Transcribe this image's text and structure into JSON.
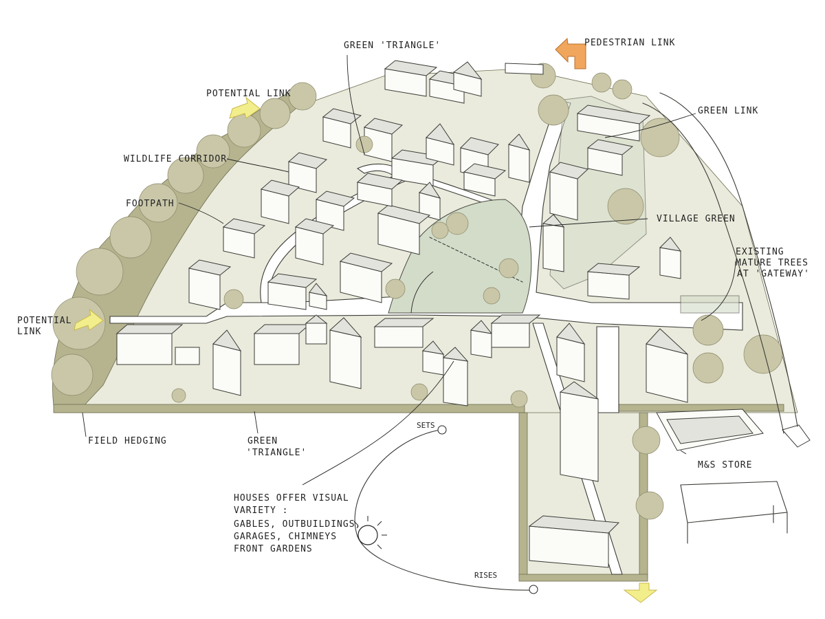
{
  "labels": {
    "green_triangle_top": "GREEN 'TRIANGLE'",
    "pedestrian_link": "PEDESTRIAN LINK",
    "potential_link_top": "POTENTIAL LINK",
    "green_link": "GREEN LINK",
    "wildlife_corridor": "WILDLIFE CORRIDOR",
    "footpath": "FOOTPATH",
    "village_green": "VILLAGE GREEN",
    "existing_trees_1": "EXISTING",
    "existing_trees_2": "MATURE TREES",
    "existing_trees_3": "AT 'GATEWAY'",
    "potential_link_left_1": "POTENTIAL",
    "potential_link_left_2": "LINK",
    "field_hedging": "FIELD HEDGING",
    "green_triangle_bottom_1": "GREEN",
    "green_triangle_bottom_2": "'TRIANGLE'",
    "ms_store": "M&S STORE",
    "houses_note_1": "HOUSES OFFER VISUAL",
    "houses_note_2": "VARIETY :",
    "houses_note_3": "GABLES, OUTBUILDINGS,",
    "houses_note_4": "GARAGES, CHIMNEYS",
    "houses_note_5": "FRONT GARDENS",
    "sun_sets": "SETS",
    "sun_rises": "RISES"
  },
  "colors": {
    "arrow_yellow": "#f3ee8c",
    "arrow_orange": "#f0a65c",
    "green_space": "#d3dcc9",
    "hedge": "#b5b48f",
    "tree": "#c9c7a8"
  }
}
